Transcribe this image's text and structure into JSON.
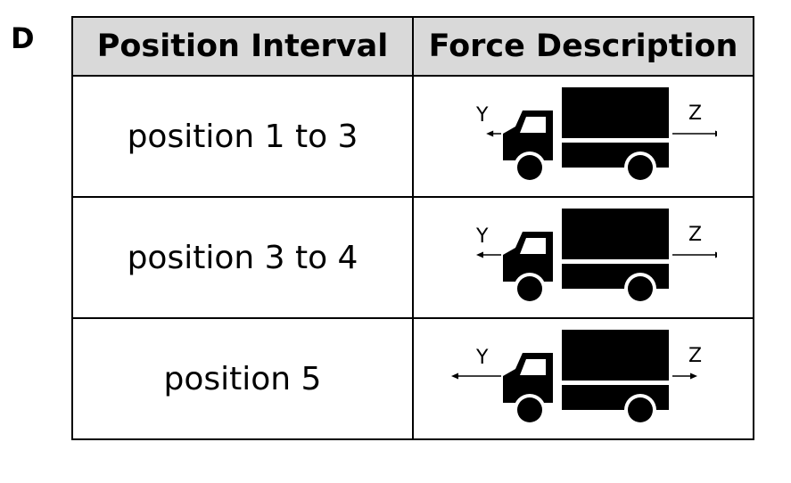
{
  "option_label": "D",
  "table": {
    "headers": [
      "Position Interval",
      "Force Description"
    ],
    "rows": [
      {
        "interval": "position 1 to 3",
        "left_force_label": "Y",
        "right_force_label": "Z",
        "left_arrow_relative": 0.3,
        "right_arrow_relative": 1.0
      },
      {
        "interval": "position 3 to 4",
        "left_force_label": "Y",
        "right_force_label": "Z",
        "left_arrow_relative": 0.5,
        "right_arrow_relative": 1.0
      },
      {
        "interval": "position 5",
        "left_force_label": "Y",
        "right_force_label": "Z",
        "left_arrow_relative": 1.0,
        "right_arrow_relative": 0.5
      }
    ]
  },
  "icons": {
    "vehicle": "truck-icon"
  }
}
